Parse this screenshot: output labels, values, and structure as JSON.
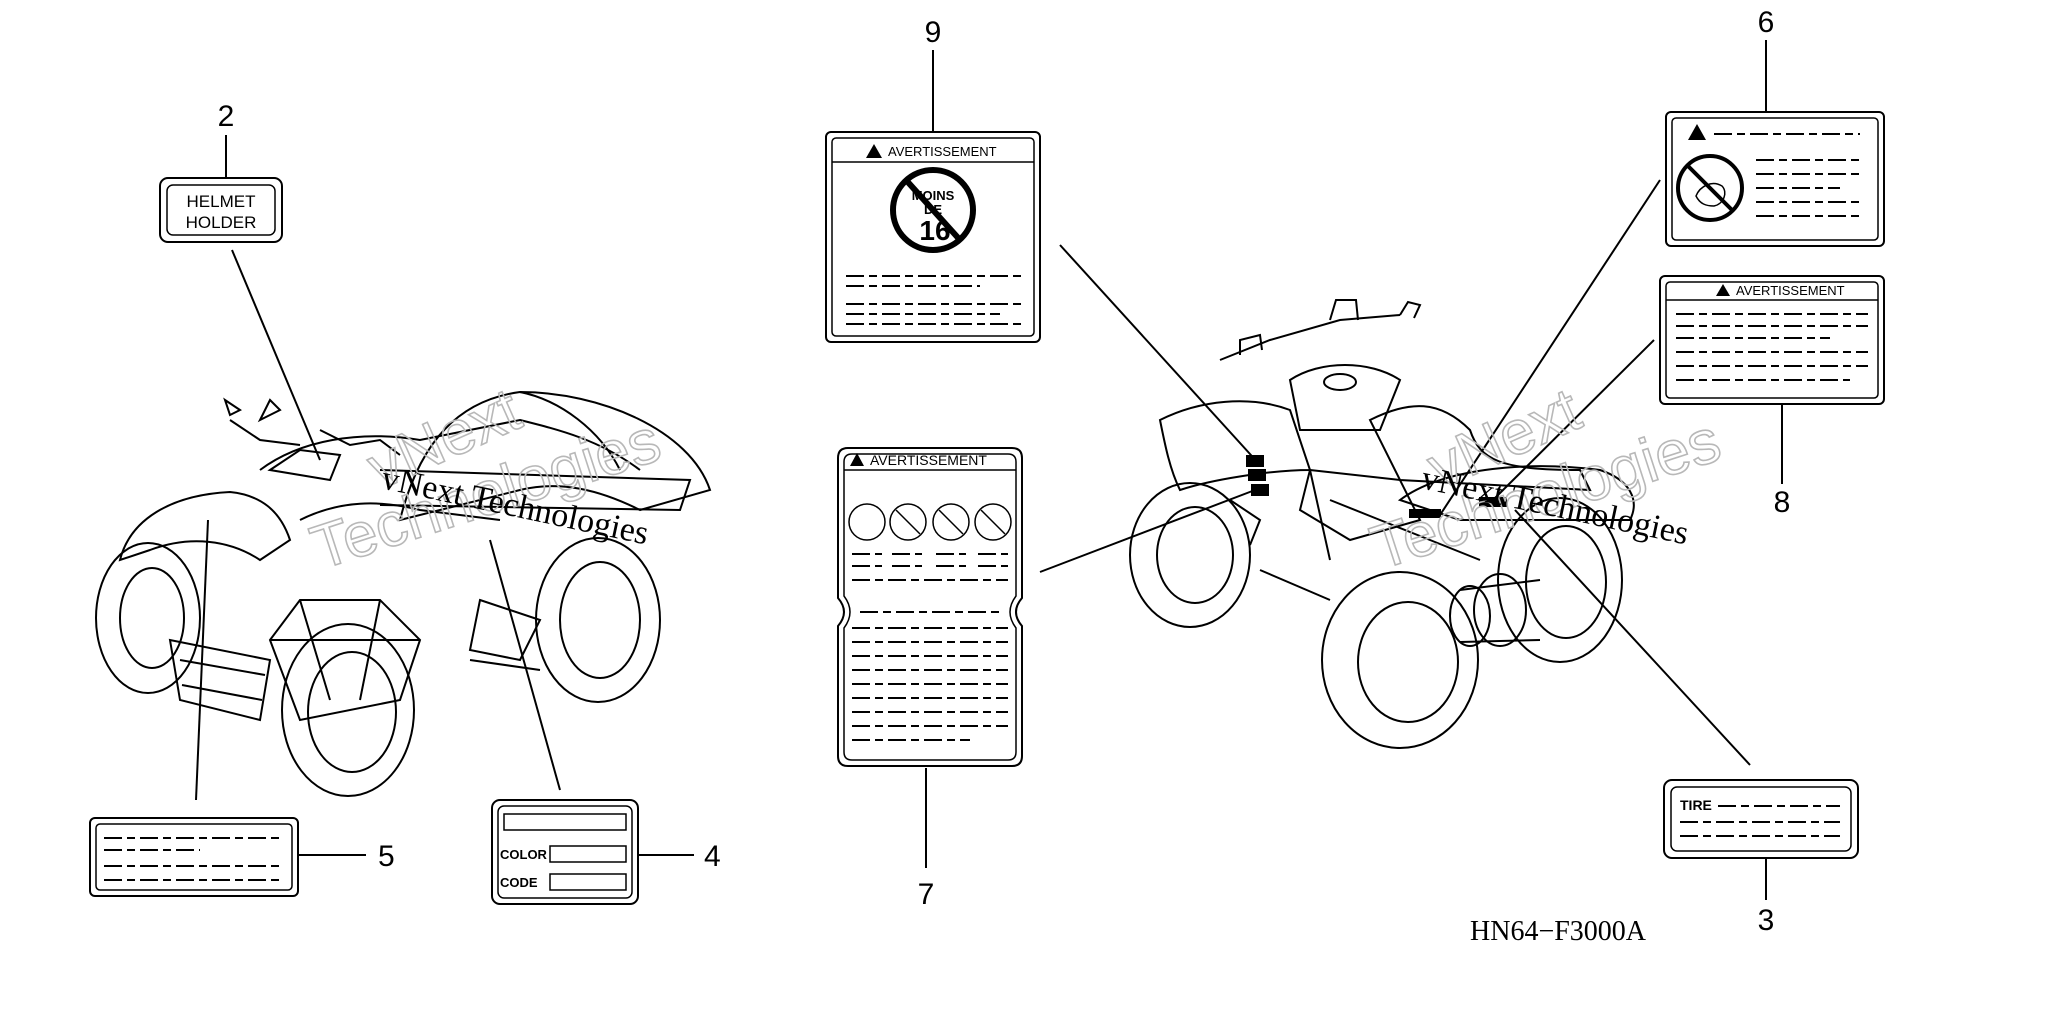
{
  "callouts": {
    "c2": "2",
    "c3": "3",
    "c4": "4",
    "c5": "5",
    "c6": "6",
    "c7": "7",
    "c8": "8",
    "c9": "9"
  },
  "labels": {
    "helmet_line1": "HELMET",
    "helmet_line2": "HOLDER",
    "color_label": "COLOR",
    "code_label": "CODE",
    "tire_label": "TIRE",
    "warning_9": "AVERTISSEMENT",
    "warning_7": "AVERTISSEMENT",
    "warning_8": "AVERTISSEMENT",
    "age_line1": "MOINS",
    "age_line2": "DE",
    "age_line3": "16"
  },
  "diagram_code": "HN64−F3000A",
  "watermark": {
    "line1": "vNext Technologies",
    "big1": "vNext",
    "big2": "Technologies"
  }
}
